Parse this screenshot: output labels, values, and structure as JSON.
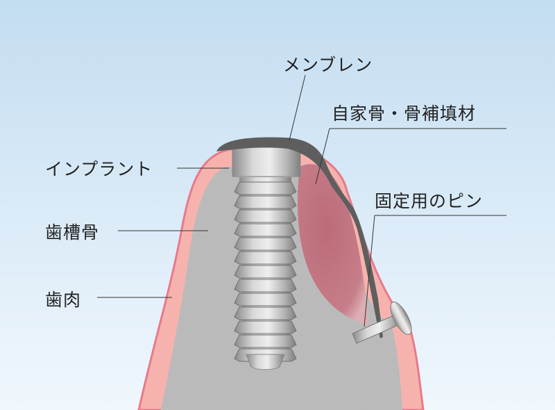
{
  "labels": {
    "membrane": "メンブレン",
    "graft": "自家骨・骨補填材",
    "implant": "インプラント",
    "pin": "固定用のピン",
    "alveolar_bone": "歯槽骨",
    "gum": "歯肉"
  },
  "colors": {
    "sky_top": "#c3ddf1",
    "sky_bottom": "#f0f7fd",
    "gum": "#f6b3ad",
    "gum_edge": "#e8798b",
    "bone": "#b9b9b9",
    "graft": "#c9707c",
    "membrane": "#666666",
    "implant": "#a9a9a9"
  }
}
